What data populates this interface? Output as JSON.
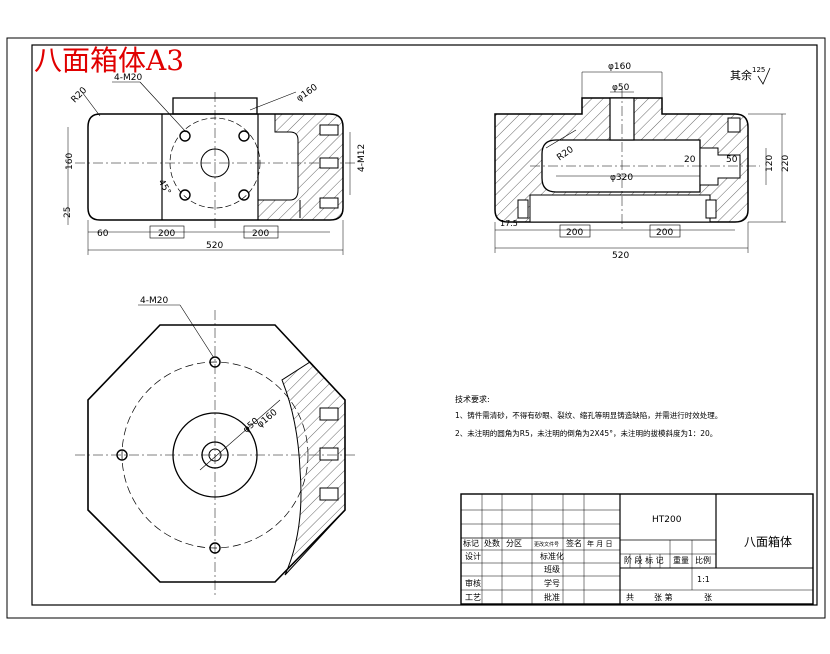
{
  "drawing": {
    "title": "八面箱体A3",
    "surface_finish_note": "其余",
    "surface_finish_value": "125"
  },
  "front_view": {
    "labels": {
      "r20": "R20",
      "thread": "4-M20",
      "dia160": "φ160",
      "angle": "45°",
      "m12": "4-M12"
    },
    "dims": {
      "h160": "160",
      "h25": "25",
      "w60": "60",
      "w200a": "200",
      "w200b": "200",
      "w520": "520"
    }
  },
  "section_view": {
    "labels": {
      "dia160": "φ160",
      "dia50": "φ50",
      "r20": "R20",
      "dia320": "φ320",
      "d20": "20",
      "d50": "50",
      "d120": "120",
      "d220": "220"
    },
    "dims": {
      "w17": "17.5",
      "w200a": "200",
      "w200b": "200",
      "w520": "520"
    }
  },
  "top_view": {
    "labels": {
      "thread": "4-M20",
      "dia50": "φ50",
      "dia160": "φ160"
    }
  },
  "notes": {
    "heading": "技术要求:",
    "line1": "1、铸件需清砂，不得有砂眼、裂纹、缩孔等明显铸造缺陷，并需进行时效处理。",
    "line2": "2、未注明的圆角为R5，未注明的倒角为2X45°，未注明的拔模斜度为1：20。"
  },
  "title_block": {
    "material": "HT200",
    "part_name": "八面箱体",
    "row_headers": [
      "标记",
      "处数",
      "分区",
      "更改文件号",
      "签名",
      "年 月 日"
    ],
    "designer": "设计",
    "standardize": "标准化",
    "class": "班级",
    "checker": "审核",
    "student_no": "学号",
    "process": "工艺",
    "approve": "批准",
    "stage_mark": "阶 段 标 记",
    "weight": "重量",
    "scale": "比例",
    "scale_value": "1:1",
    "sheets": "共",
    "sheet_of": "张 第",
    "sheet_end": "张"
  }
}
